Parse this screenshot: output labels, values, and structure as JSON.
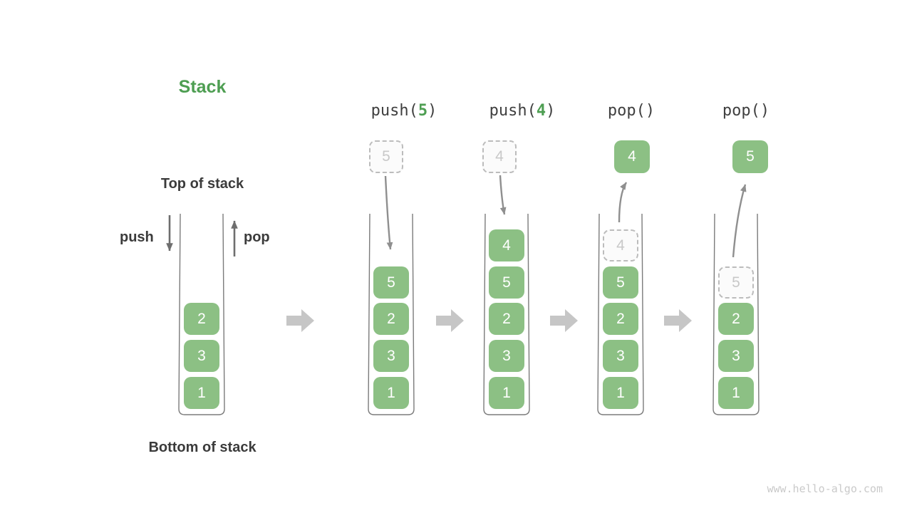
{
  "diagram": {
    "title": "Stack",
    "top_of_stack": "Top of stack",
    "bottom_of_stack": "Bottom of stack",
    "push_arrow_label": "push",
    "pop_arrow_label": "pop",
    "watermark": "www.hello-algo.com"
  },
  "colors": {
    "accent_green": "#4e9e52",
    "cell_green": "#8cc084",
    "label_dark": "#3b3b3b",
    "ghost_gray": "#c8c8c8",
    "thin_arrow_gray": "#8f8f8f",
    "big_arrow_gray": "#c6c6c6"
  },
  "columns": [
    {
      "name": "initial",
      "cells": {
        "c": "2",
        "d": "3",
        "e": "1"
      }
    },
    {
      "name": "after-push-5",
      "op_fn": "push(",
      "op_arg": "5",
      "op_close": ")",
      "floating": "5",
      "cells": {
        "b": "5",
        "c": "2",
        "d": "3",
        "e": "1"
      }
    },
    {
      "name": "after-push-4",
      "op_fn": "push(",
      "op_arg": "4",
      "op_close": ")",
      "floating": "4",
      "cells": {
        "a": "4",
        "b": "5",
        "c": "2",
        "d": "3",
        "e": "1"
      }
    },
    {
      "name": "after-pop-4",
      "op": "pop()",
      "popped": "4",
      "ghost": "4",
      "cells": {
        "b": "5",
        "c": "2",
        "d": "3",
        "e": "1"
      }
    },
    {
      "name": "after-pop-5",
      "op": "pop()",
      "popped": "5",
      "ghost": "5",
      "cells": {
        "c": "2",
        "d": "3",
        "e": "1"
      }
    }
  ]
}
